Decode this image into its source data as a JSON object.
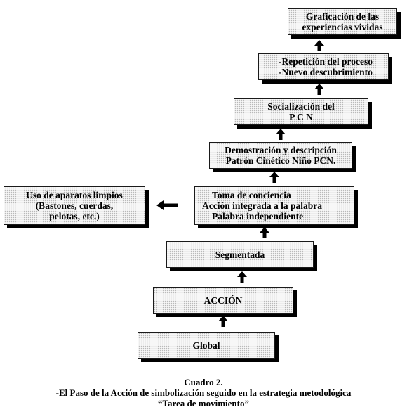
{
  "steps": {
    "graficacion": {
      "lines": [
        "Graficación de las",
        "experiencias vividas"
      ]
    },
    "repeticion": {
      "lines": [
        "-Repetición del proceso",
        "-Nuevo descubrimiento"
      ]
    },
    "socializacion": {
      "lines": [
        "Socialización del",
        "P C N"
      ]
    },
    "demostracion": {
      "lines": [
        "Demostración y descripción",
        "Patrón Cinético Niño PCN."
      ]
    },
    "toma": {
      "lines": [
        "Toma de conciencia",
        "Acción integrada a la palabra",
        "Palabra independiente"
      ]
    },
    "segmentada": {
      "label": "Segmentada"
    },
    "accion": {
      "label": "ACCIÓN"
    },
    "global": {
      "label": "Global"
    }
  },
  "side_box": {
    "lines": [
      "Uso de aparatos limpios",
      "(Bastones, cuerdas,",
      "pelotas, etc.)"
    ]
  },
  "caption": {
    "title": "Cuadro 2.",
    "line1": "-El Paso de la Acción de simbolización seguido en la estrategia metodológica",
    "line2": "“Tarea de movimiento”"
  }
}
